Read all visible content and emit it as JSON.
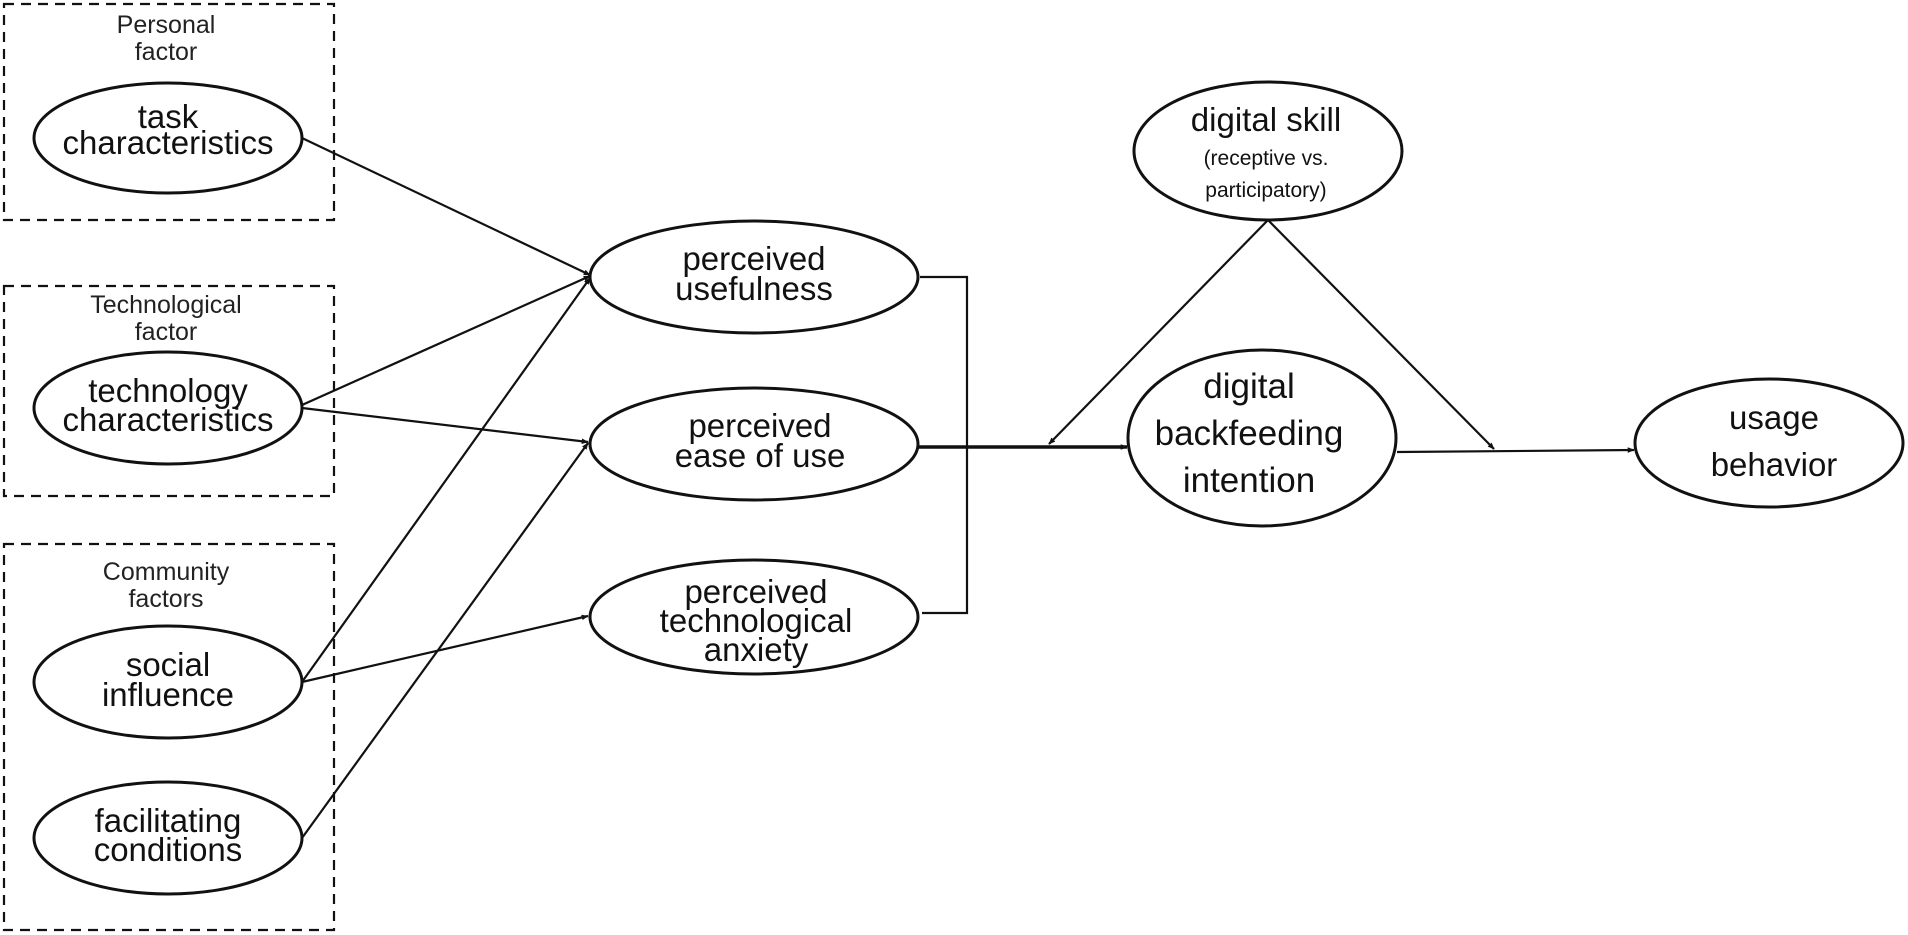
{
  "groups": {
    "personal": {
      "line1": "Personal",
      "line2": "factor"
    },
    "technological": {
      "line1": "Technological",
      "line2": "factor"
    },
    "community": {
      "line1": "Community",
      "line2": "factors"
    }
  },
  "nodes": {
    "task": {
      "line1": "task",
      "line2": "characteristics"
    },
    "technology": {
      "line1": "technology",
      "line2": "characteristics"
    },
    "social": {
      "line1": "social",
      "line2": "influence"
    },
    "facilitating": {
      "line1": "facilitating",
      "line2": "conditions"
    },
    "usefulness": {
      "line1": "perceived",
      "line2": "usefulness"
    },
    "ease": {
      "line1": "perceived",
      "line2": "ease of use"
    },
    "anxiety": {
      "line1": "perceived",
      "line2": "technological",
      "line3": "anxiety"
    },
    "skill": {
      "line1": "digital skill",
      "line2": "(receptive vs.",
      "line3": "participatory)"
    },
    "intention": {
      "line1": "digital",
      "line2": "backfeeding",
      "line3": "intention"
    },
    "usage": {
      "line1": "usage",
      "line2": "behavior"
    }
  }
}
